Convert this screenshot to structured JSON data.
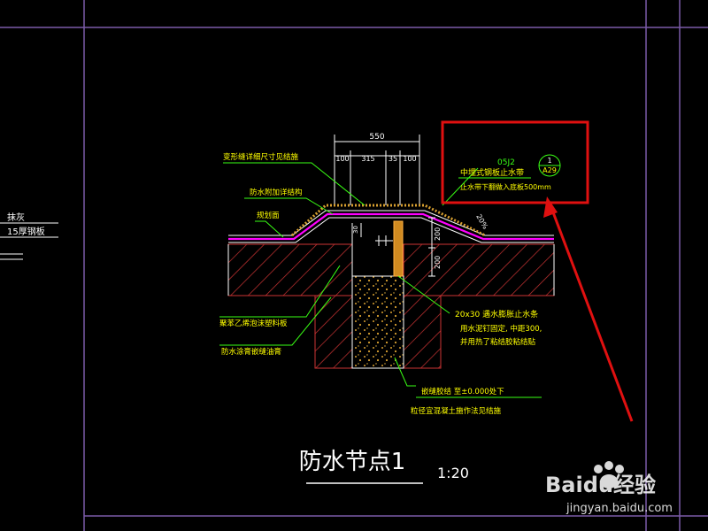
{
  "drawing": {
    "title": "防水节点1",
    "scale": "1:20"
  },
  "left_notes": {
    "line1": "抹灰",
    "line2": "15厚钢板"
  },
  "dimensions": {
    "total": "550",
    "segments": [
      "100",
      "315",
      "35",
      "100"
    ],
    "vertical_upper": "200",
    "vertical_lower": "200",
    "slab_small": "30"
  },
  "callouts": {
    "top1": "变形缝详细尺寸见结施",
    "top2": "防水附加详结构",
    "top3": "规划面",
    "left1": "聚苯乙烯泡沫塑料板",
    "left2": "防水涂膏嵌缝油膏",
    "right1": "20x30 遇水膨胀止水条",
    "right2": "用水泥钉固定, 中距300,",
    "right3": "并用热了粘结胶粘结贴",
    "bottom1": "嵌缝胶结 至±0.000处下",
    "bottom2": "粒径宜混凝土施作法见结施"
  },
  "highlight": {
    "ref_code": "05J2",
    "detail_number": "1",
    "sheet_number": "A29",
    "line1": "中埋式钢板止水带",
    "line2": "止水带下翻做入底板500mm",
    "slope_label": "20%"
  },
  "watermark": {
    "brand": "Baidu经验",
    "url": "jingyan.baidu.com"
  },
  "colors": {
    "background": "#000000",
    "frame": "#7a5aa8",
    "leader": "#39ff14",
    "dimension": "#ffffff",
    "text": "#ffff00",
    "hatch": "#cc3333",
    "membrane": "#ff00ff",
    "highlight": "#e01010"
  }
}
